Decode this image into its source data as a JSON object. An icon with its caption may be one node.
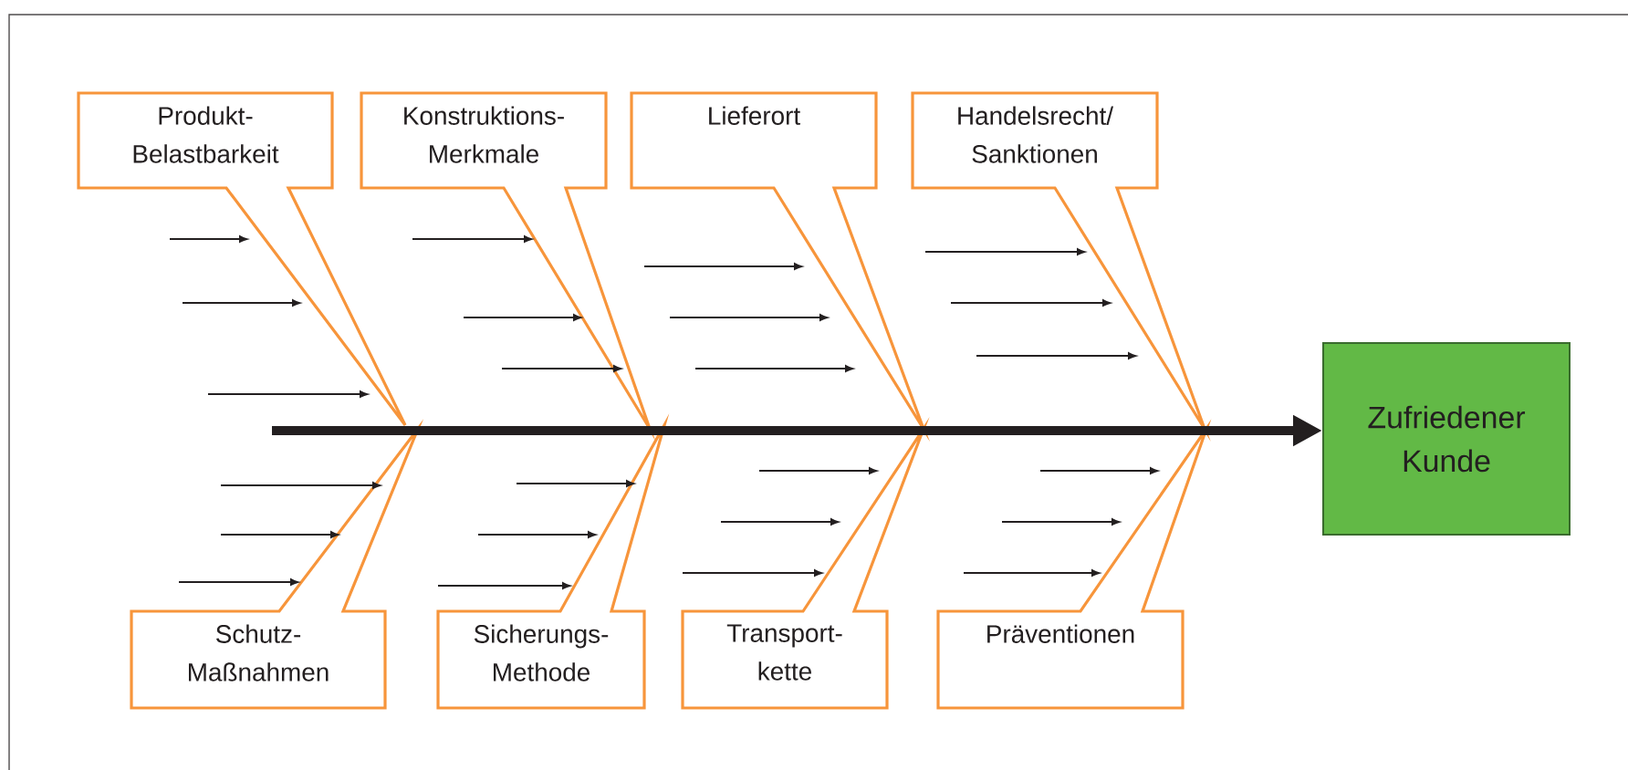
{
  "diagram": {
    "nodes": [
      {
        "text": [
          "Produkt- Belastbarkeit"
        ]
      },
      {
        "text": [
          "Konstruktions- Merkmale"
        ]
      },
      {
        "text": [
          "Lieferort"
        ]
      },
      {
        "text": [
          "Handelsrecht/ Sanktionen"
        ]
      },
      {
        "text": [
          "Schutz- Maßnahmen"
        ]
      },
      {
        "text": [
          "Sicherungs- Methode"
        ]
      },
      {
        "text": [
          "Transport- kette"
        ]
      },
      {
        "text": [
          "Präventionen"
        ]
      },
      {
        "text": [
          "Zufriedener Kunde"
        ]
      }
    ],
    "edges": [
      {
        "from": null,
        "to": 8,
        "arrow": "to"
      }
    ]
  }
}
